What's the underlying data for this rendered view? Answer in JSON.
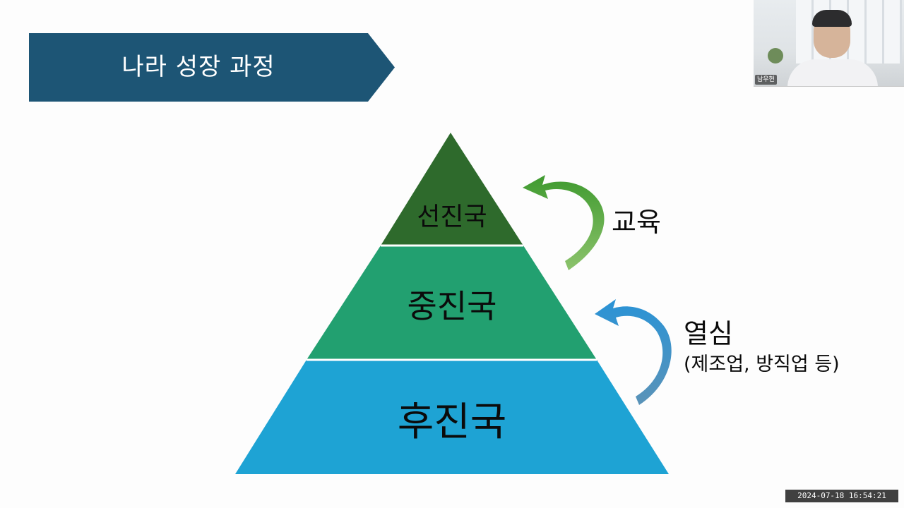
{
  "slide": {
    "title": "나라 성장 과정",
    "banner_color": "#1d5575"
  },
  "pyramid": {
    "tiers": [
      {
        "label": "선진국",
        "color": "#2e6a2c"
      },
      {
        "label": "중진국",
        "color": "#22a070"
      },
      {
        "label": "후진국",
        "color": "#1ea3d4"
      }
    ]
  },
  "annotations": {
    "upper_arrow": {
      "label": "교육",
      "color": "#59a53a"
    },
    "lower_arrow": {
      "label": "열심",
      "sublabel": "(제조업, 방직업 등)",
      "color": "#2b8ac4"
    }
  },
  "webcam": {
    "name": "남우현"
  },
  "timestamp": "2024-07-18  16:54:21"
}
